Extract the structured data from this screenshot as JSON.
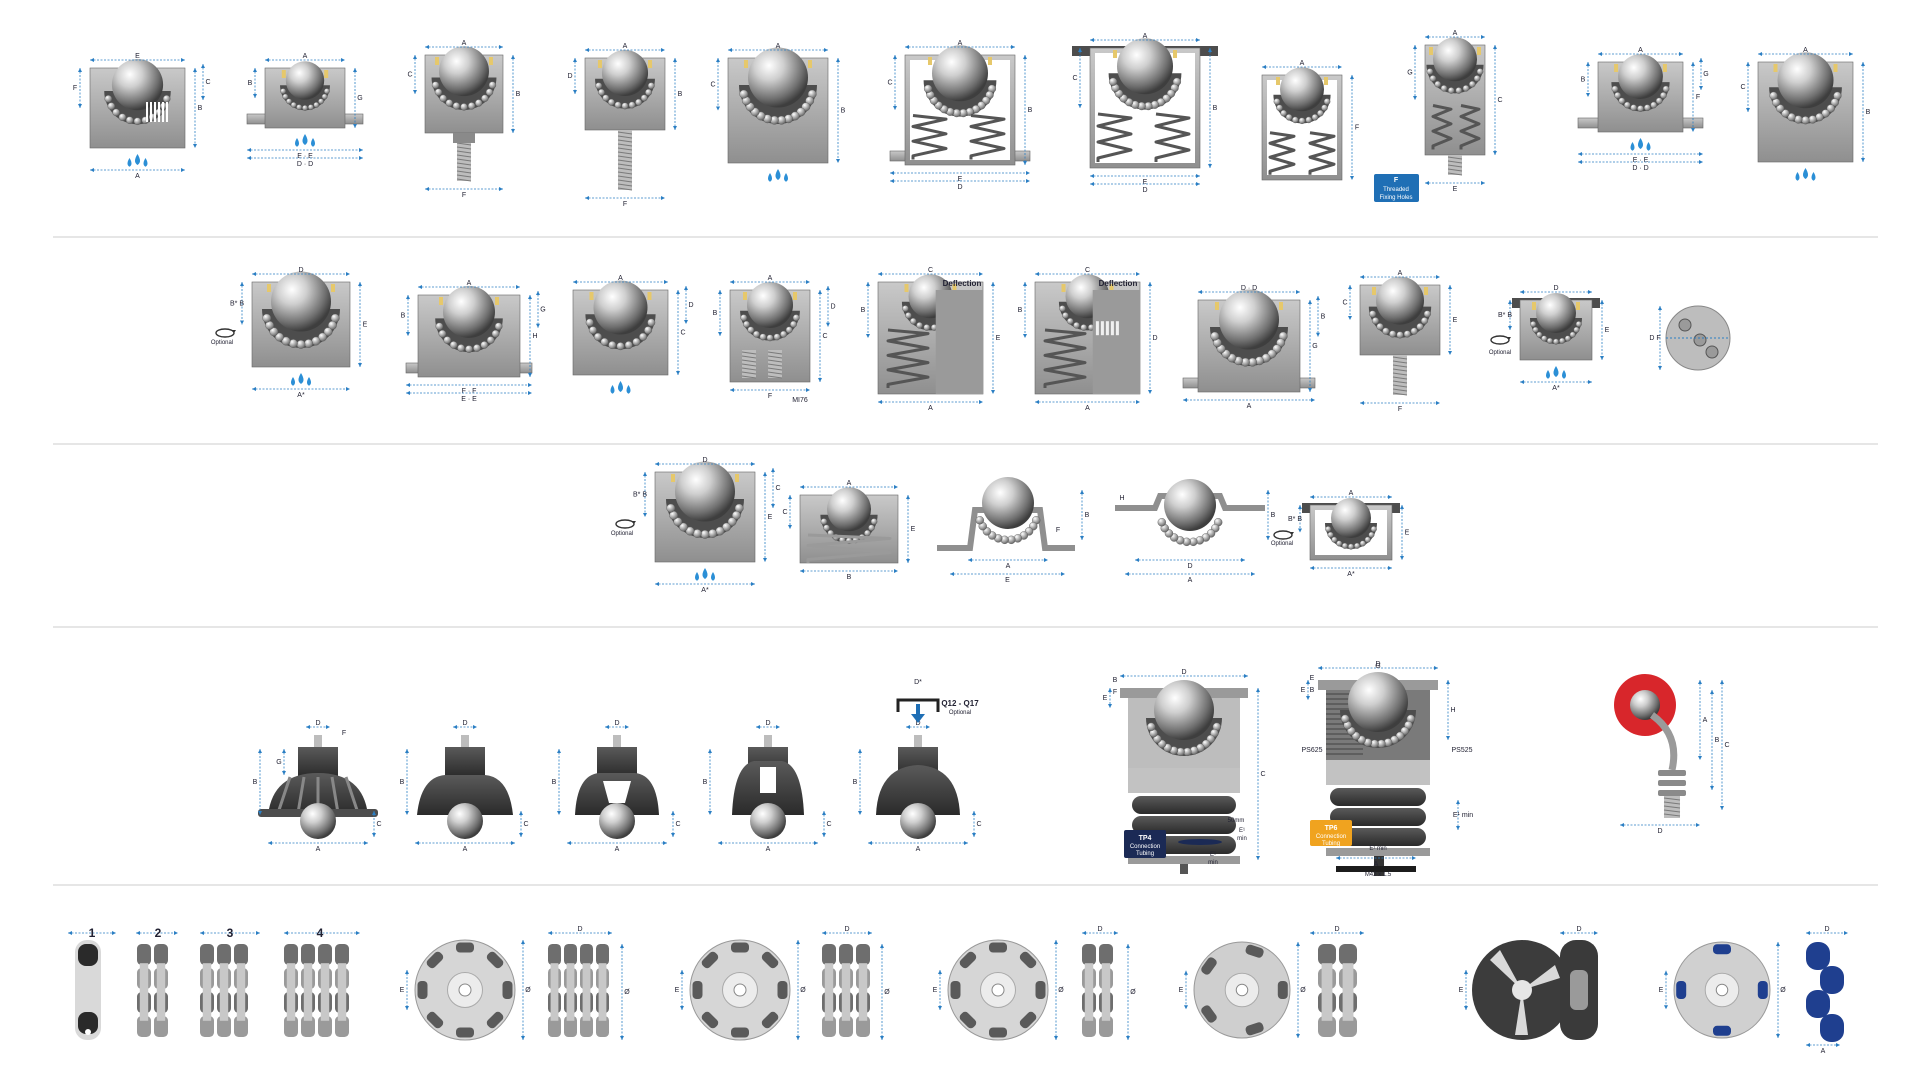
{
  "colors": {
    "dimension_line": "#2b7fc4",
    "housing": "#a6a6a6",
    "housing_dark": "#4d4d4d",
    "ball": "#c8c8c8",
    "drop": "#2b8fd6",
    "seal": "#e6c86b",
    "badge_blue": "#1f6fb5",
    "badge_navy": "#1b2a55",
    "badge_orange": "#f0a31f",
    "wheel_blue": "#1f3f8f",
    "red_disc": "#d8262b",
    "row_divider": "#cccccc"
  },
  "icons": [
    "steel-ball-icon",
    "water-drop-icon",
    "rotation-arrow-icon",
    "spring-icon",
    "thread-icon",
    "wheel-roller-icon",
    "arrow-down-icon"
  ],
  "labels": {
    "threaded_badge": "Threaded Fixing Holes",
    "threaded_badge_top": "F",
    "optional": "Optional",
    "deflection": "Deflection",
    "mi76": "MI76",
    "q12": "Q12 - Q17",
    "q12_sub": "Optional",
    "d_star": "D*",
    "tp4_title": "TP4",
    "tp4_sub": "Connection Tubing",
    "tp6_title": "TP6",
    "tp6_sub": "Connection Tubing",
    "mm50": "50mm",
    "e_min": "E¹ min",
    "e_min2": "E¹",
    "min": "min",
    "ps625": "PS625",
    "ps525": "PS525",
    "m42": "M42 x 1.5",
    "n1": "1",
    "n2": "2",
    "n3": "3",
    "n4": "4"
  }
}
